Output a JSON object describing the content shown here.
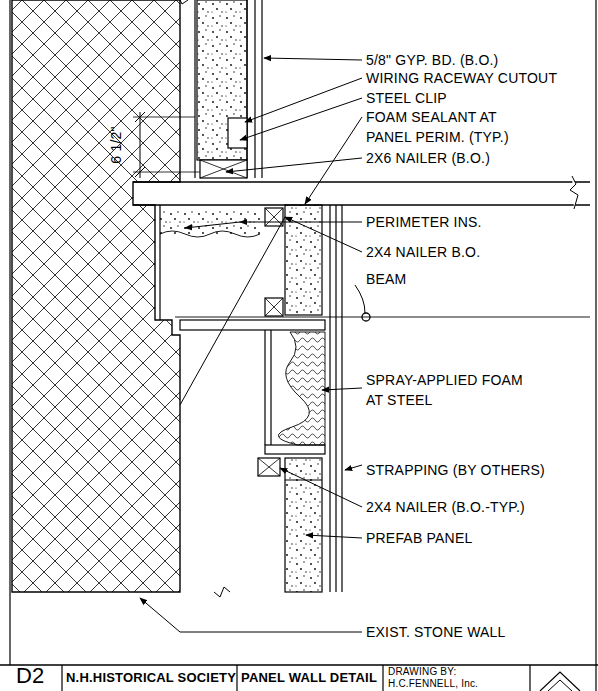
{
  "diagram": {
    "labels": [
      "5/8\" GYP. BD. (B.O.)",
      "WIRING RACEWAY CUTOUT",
      "STEEL CLIP",
      "FOAM SEALANT AT PANEL PERIM. (TYP.)",
      "2X6 NAILER (B.O.)",
      "6 1/2\"",
      "PERIMETER INS.",
      "2X4 NAILER B.O.",
      "BEAM",
      "SPRAY-APPLIED FOAM AT STEEL",
      "STRAPPING (BY OTHERS)",
      "2X4 NAILER (B.O.-TYP.)",
      "PREFAB PANEL",
      "EXIST. STONE WALL",
      "D2",
      "N.H.HISTORICAL SOCIETY",
      "PANEL WALL DETAIL",
      "DRAWING BY:",
      "H.C.FENNELL, Inc."
    ]
  }
}
